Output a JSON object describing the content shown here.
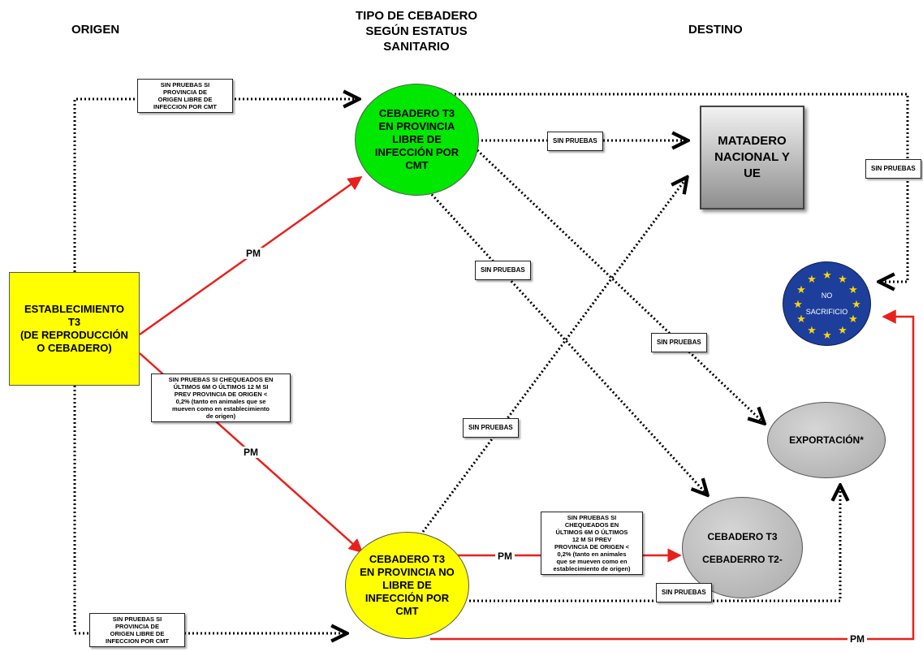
{
  "headers": {
    "origin": "ORIGEN",
    "type": "TIPO DE CEBADERO\nSEGÚN ESTATUS\nSANITARIO",
    "destination": "DESTINO"
  },
  "nodes": {
    "establishment": "ESTABLECIMIENTO\nT3\n(DE REPRODUCCIÓN\nO CEBADERO)",
    "cebadero_free": "CEBADERO T3\nEN PROVINCIA\nLIBRE DE\nINFECCIÓN POR\nCMT",
    "cebadero_not_free": "CEBADERO T3\nEN PROVINCIA NO\nLIBRE DE\nINFECCIÓN POR\nCMT",
    "matadero": "MATADERO\nNACIONAL Y\nUE",
    "no_sacrificio_1": "NO",
    "no_sacrificio_2": "SACRIFICIO",
    "exportacion": "EXPORTACIÓN*",
    "cebadero_t3": "CEBADERO T3",
    "cebadero_t2": "CEBADERRO T2-"
  },
  "labels": {
    "top_origin": "SIN PRUEBAS SI\nPROVINCIA  DE\nORIGEN LIBRE DE\nINFECCION POR CMT",
    "bottom_origin": "SIN PRUEBAS SI\nPROVINCIA DE\nORIGEN LIBRE DE\nINFECCION POR CMT",
    "free_to_matadero": "SIN PRUEBAS",
    "right_side": "SIN PRUEBAS",
    "free_to_t3": "SIN PRUEBAS",
    "free_to_export": "SIN PRUEBAS",
    "not_free_to_matadero": "SIN PRUEBAS",
    "not_free_to_export": "SIN PRUEBAS",
    "checked_origin": "SIN PRUEBAS SI CHEQUEADOS EN\nÚLTIMOS 6M O ÚLTIMOS 12 M SI\nPREV PROVINCIA DE ORIGEN <\n0,2% (tanto en animales que se\nmueven como en establecimiento\nde origen)",
    "checked_t3": "SIN PRUEBAS SI\nCHEQUEADOS EN\nÚLTIMOS 6M O ÚLTIMOS\n12 M SI  PREV\nPROVINCIA DE ORIGEN <\n0,2% (tanto en animales\nque se mueven como en\nestablecimiento de origen)",
    "pm_1": "PM",
    "pm_2": "PM",
    "pm_3": "PM",
    "pm_4": "PM"
  },
  "colors": {
    "red_arrow": "#e8201c",
    "green_node": "#00e700",
    "yellow_node": "#ffff00",
    "eu_blue": "#1d3f9b",
    "eu_star": "#ffd700"
  }
}
